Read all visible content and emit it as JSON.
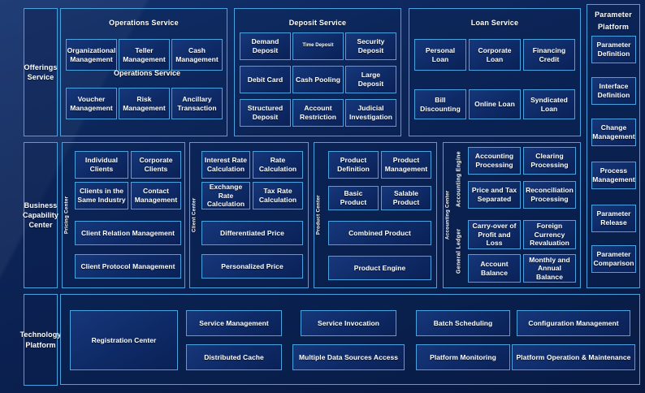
{
  "rows": [
    {
      "label": "Offerings Service"
    },
    {
      "label": "Business Capability Center"
    },
    {
      "label": "Technology Platform"
    }
  ],
  "offerings": {
    "stray_label": "Operations Service",
    "groups": [
      {
        "title": "Operations Service",
        "cells": [
          "Organizational Management",
          "Teller Management",
          "Cash Management",
          "Voucher Management",
          "Risk Management",
          "Ancillary Transaction"
        ]
      },
      {
        "title": "Deposit Service",
        "cells": [
          "Demand Deposit",
          "Time Deposit",
          "Security Deposit",
          "Debit Card",
          "Cash Pooling",
          "Large Deposit",
          "Structured Deposit",
          "Account Restriction",
          "Judicial Investigation"
        ]
      },
      {
        "title": "Loan Service",
        "cells": [
          "Personal Loan",
          "Corporate Loan",
          "Financing Credit",
          "Bill Discounting",
          "Online Loan",
          "Syndicated Loan"
        ]
      }
    ]
  },
  "parameter_platform": {
    "title_line1": "Parameter",
    "title_line2": "Platform",
    "cells": [
      "Parameter Definition",
      "Interface Definition",
      "Change Management",
      "Process Management",
      "Parameter Release",
      "Parameter Comparison"
    ]
  },
  "capability": {
    "groups": [
      {
        "vlabel": "Pricing Center",
        "cells": [
          "Individual Clients",
          "Corporate Clients",
          "Clients in the Same Industry",
          "Contact Management",
          "Client Relation Management",
          "Client Protocol Management"
        ]
      },
      {
        "vlabel": "Client Center",
        "cells": [
          "Interest Rate Calculation",
          "Rate Calculation",
          "Exchange Rate Calculation",
          "Tax Rate Calculation",
          "Differentiated Price",
          "Personalized Price"
        ]
      },
      {
        "vlabel": "Product Center",
        "cells": [
          "Product Definition",
          "Product Management",
          "Basic Product",
          "Salable Product",
          "Combined Product",
          "Product Engine"
        ]
      },
      {
        "vlabel": "Accounting Center",
        "sub_top": "Accounting Engine",
        "sub_bottom": "General Ledger",
        "cells": [
          "Accounting Processing",
          "Clearing Processing",
          "Price and Tax Separated",
          "Reconciliation Processing",
          "Carry-over of Profit and Loss",
          "Foreign Currency Revaluation",
          "Account Balance",
          "Monthly and Annual Balance"
        ]
      }
    ]
  },
  "technology": {
    "cells": [
      "Registration Center",
      "Service Management",
      "Distributed Cache",
      "Service Invocation",
      "Multiple Data Sources Access",
      "Batch Scheduling",
      "Platform Monitoring",
      "Configuration Management",
      "Platform Operation & Maintenance"
    ]
  },
  "colors": {
    "background": "#0c2457",
    "border": "#4aa3e0",
    "text": "#ffffff"
  }
}
